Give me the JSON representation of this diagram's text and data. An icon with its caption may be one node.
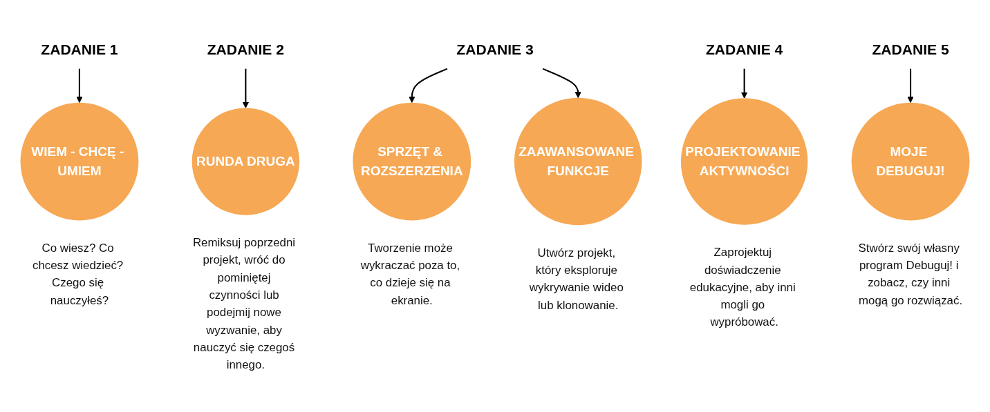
{
  "diagram": {
    "nodes": [
      {
        "text": [
          "ZADANIE 1"
        ]
      },
      {
        "text": [
          "ZADANIE 2"
        ]
      },
      {
        "text": [
          "ZADANIE 3"
        ]
      },
      {
        "text": [
          "ZADANIE 4"
        ]
      },
      {
        "text": [
          "ZADANIE 5"
        ]
      },
      {
        "text": [
          "WIEM - CHCĘ - UMIEM"
        ],
        "beside": [
          "Co wiesz? Co chcesz wiedzieć? Czego się nauczyłeś?"
        ]
      },
      {
        "text": [
          "RUNDA DRUGA"
        ],
        "beside": [
          "Remiksuj poprzedni projekt, wróć do pominiętej czynności lub podejmij nowe wyzwanie, aby nauczyć się czegoś innego."
        ]
      },
      {
        "text": [
          "SPRZĘT & ROZSZERZENIA"
        ],
        "beside": [
          "Tworzenie może wykraczać poza to, co dzieje się na ekranie."
        ]
      },
      {
        "text": [
          "ZAAWANSOWANE FUNKCJE"
        ],
        "beside": [
          "Utwórz projekt, który eksploruje wykrywanie wideo lub klonowanie."
        ]
      },
      {
        "text": [
          "PROJEKTOWANIE AKTYWNOŚCI"
        ],
        "beside": [
          "Zaprojektuj doświadczenie edukacyjne, aby inni mogli go wypróbować."
        ]
      },
      {
        "text": [
          "MOJE DEBUGUJ!"
        ],
        "beside": [
          "Stwórz swój własny program Debuguj! i zobacz, czy inni mogą go rozwiązać."
        ]
      }
    ],
    "edges": [
      {
        "from": 0,
        "to": 5,
        "arrow": "to"
      },
      {
        "from": 1,
        "to": 6,
        "arrow": "to"
      },
      {
        "from": 2,
        "to": 7,
        "arrow": "to"
      },
      {
        "from": 2,
        "to": 8,
        "arrow": "to"
      },
      {
        "from": 3,
        "to": 9,
        "arrow": "to"
      },
      {
        "from": 4,
        "to": 10,
        "arrow": "to"
      }
    ]
  }
}
